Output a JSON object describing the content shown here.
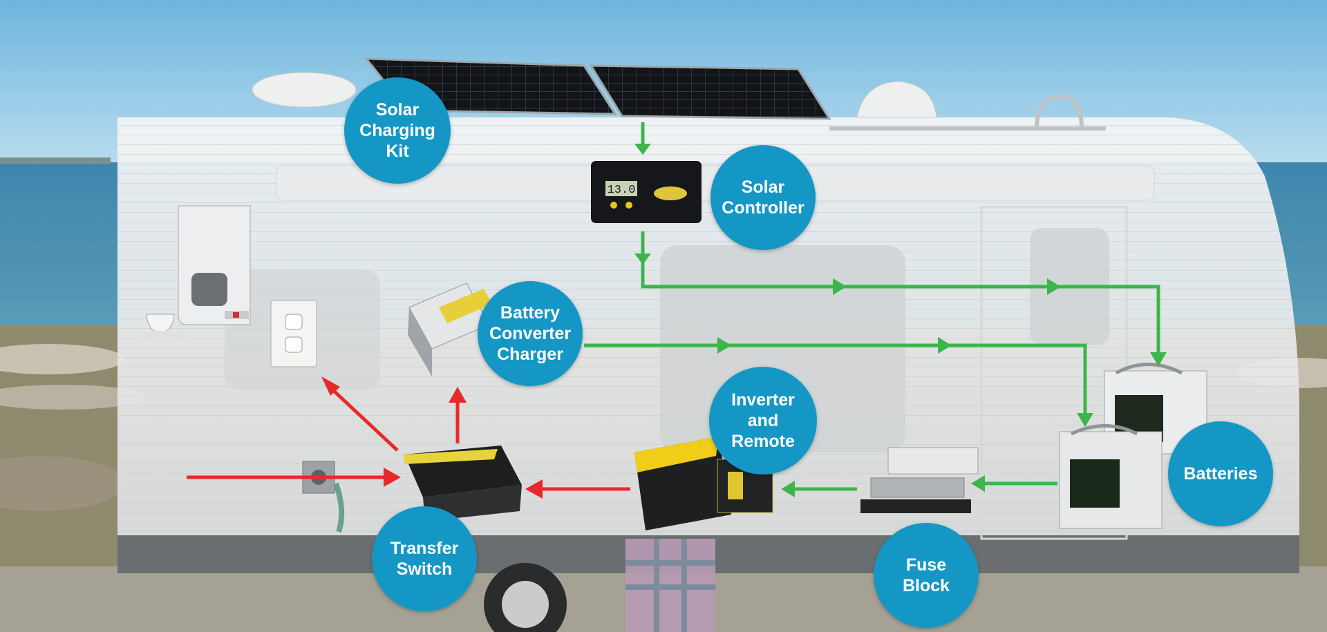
{
  "diagram": {
    "components": [
      {
        "id": "solar-charging-kit",
        "label": "Solar\nCharging\nKit"
      },
      {
        "id": "solar-controller",
        "label": "Solar\nController"
      },
      {
        "id": "battery-converter-charger",
        "label": "Battery\nConverter\nCharger"
      },
      {
        "id": "inverter-and-remote",
        "label": "Inverter\nand\nRemote"
      },
      {
        "id": "batteries",
        "label": "Batteries"
      },
      {
        "id": "transfer-switch",
        "label": "Transfer\nSwitch"
      },
      {
        "id": "fuse-block",
        "label": "Fuse\nBlock"
      }
    ],
    "controller_display": "13.0",
    "dc_flow": [
      {
        "from": "solar-charging-kit",
        "to": "solar-controller"
      },
      {
        "from": "solar-controller",
        "to": "batteries"
      },
      {
        "from": "battery-converter-charger",
        "to": "batteries"
      },
      {
        "from": "batteries",
        "to": "fuse-block"
      },
      {
        "from": "fuse-block",
        "to": "inverter-and-remote"
      }
    ],
    "ac_flow": [
      {
        "from": "shore-power-inlet",
        "to": "transfer-switch"
      },
      {
        "from": "inverter-and-remote",
        "to": "transfer-switch"
      },
      {
        "from": "transfer-switch",
        "to": "battery-converter-charger"
      },
      {
        "from": "transfer-switch",
        "to": "wall-outlet"
      }
    ],
    "colors": {
      "dc_arrow": "#3cb54a",
      "ac_arrow": "#e8292b",
      "bubble": "#1597c6",
      "sky": "#7fc3e4",
      "water": "#3a7fa6"
    }
  }
}
